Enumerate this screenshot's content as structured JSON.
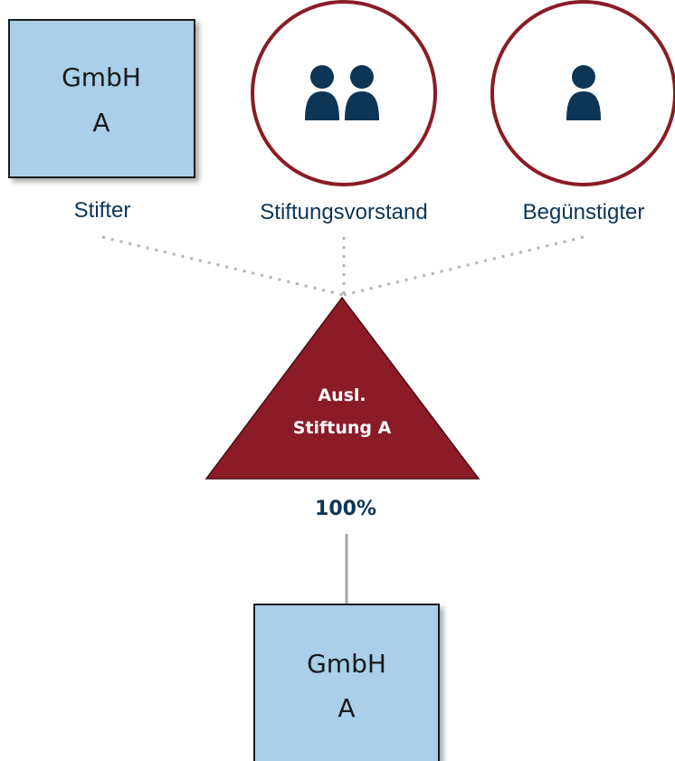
{
  "colors": {
    "box_fill": "#a9cfe9",
    "box_border": "#1a1a1a",
    "circle_border": "#8a1c26",
    "triangle_fill": "#8b1b27",
    "icon": "#0d3556",
    "dotted_line": "#b3b3b3",
    "solid_line": "#a6a6a6",
    "label_text": "#0d3556"
  },
  "top_box": {
    "line1": "GmbH",
    "line2": "A"
  },
  "roles": {
    "stifter": "Stifter",
    "vorstand": "Stiftungsvorstand",
    "beguenstigter": "Begünstigter"
  },
  "icons": {
    "vorstand": "group-people-icon",
    "beguenstigter": "person-icon"
  },
  "foundation": {
    "line1": "Ausl.",
    "line2": "Stiftung A"
  },
  "ownership": "100%",
  "bottom_box": {
    "line1": "GmbH",
    "line2": "A"
  }
}
